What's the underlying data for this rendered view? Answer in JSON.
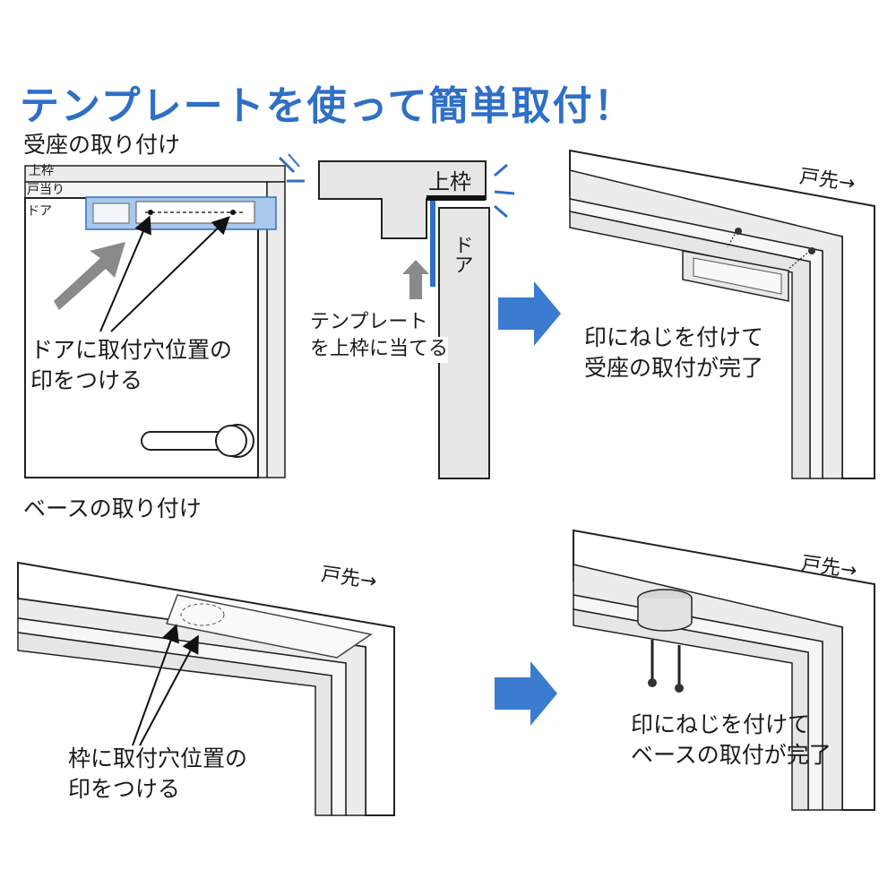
{
  "title": "テンプレートを使って簡単取付！",
  "receiver": {
    "section_title": "受座の取り付け",
    "frame_labels": {
      "top_frame": "上枠",
      "door_stop": "戸当り",
      "door": "ドア"
    },
    "mark_instruction": [
      "ドアに取付穴位置の",
      "印をつける"
    ],
    "detail_labels": {
      "top_frame": "上枠",
      "door": "ドア"
    },
    "template_instruction": [
      "テンプレート",
      "を上枠に当てる"
    ],
    "result_direction": "戸先→",
    "result_text": [
      "印にねじを付けて",
      "受座の取付が完了"
    ]
  },
  "base": {
    "section_title": "ベースの取り付け",
    "direction": "戸先→",
    "mark_instruction": [
      "枠に取付穴位置の",
      "印をつける"
    ],
    "result_direction": "戸先→",
    "result_text": [
      "印にねじを付けて",
      "ベースの取付が完了"
    ]
  },
  "colors": {
    "accent_blue": "#2f6fc6",
    "template_blue": "#a9c8ea",
    "arrow_gray": "#8a8a8a",
    "frame_gray": "#e6e6e6"
  }
}
